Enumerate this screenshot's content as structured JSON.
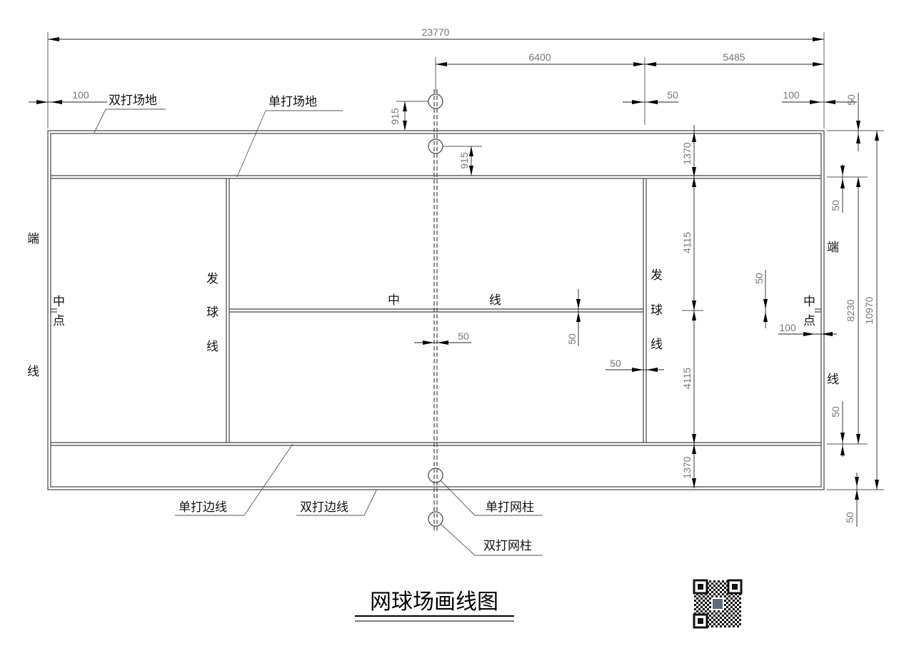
{
  "title": "网球场画线图",
  "colors": {
    "line": "#444444",
    "text": "#111111",
    "dimension": "#777777",
    "background": "#ffffff"
  },
  "labels": {
    "doubles_court": "双打场地",
    "singles_court": "单打场地",
    "baseline_left_top": "端",
    "baseline_left_bottom": "线",
    "baseline_right_top": "端",
    "baseline_right_bottom": "线",
    "center_mark_left": [
      "中",
      "点"
    ],
    "center_mark_right": [
      "中",
      "点"
    ],
    "service_line_left": [
      "发",
      "球",
      "线"
    ],
    "service_line_right": [
      "发",
      "球",
      "线"
    ],
    "center_line_a": "中",
    "center_line_b": "线",
    "singles_sideline": "单打边线",
    "doubles_sideline": "双打边线",
    "singles_post": "单打网柱",
    "doubles_post": "双打网柱"
  },
  "dimensions": {
    "total_length": "23770",
    "service_box_length": "6400",
    "back_court_length": "5485",
    "line_100_left": "100",
    "line_100_right": "100",
    "line_50_service": "50",
    "line_50_top_right": "50",
    "post_offset_doubles": "915",
    "post_offset_singles": "915",
    "alley_top": "1370",
    "alley_bottom": "1370",
    "half_width_top": "4115",
    "half_width_bottom": "4115",
    "singles_width": "8230",
    "doubles_width": "10970",
    "right_50_a": "50",
    "right_50_b": "50",
    "right_50_c": "50",
    "center_mark_50": "50",
    "center_mark_100": "100",
    "center_line_50_h": "50",
    "center_line_50_v": "50",
    "service_line_50": "50"
  }
}
